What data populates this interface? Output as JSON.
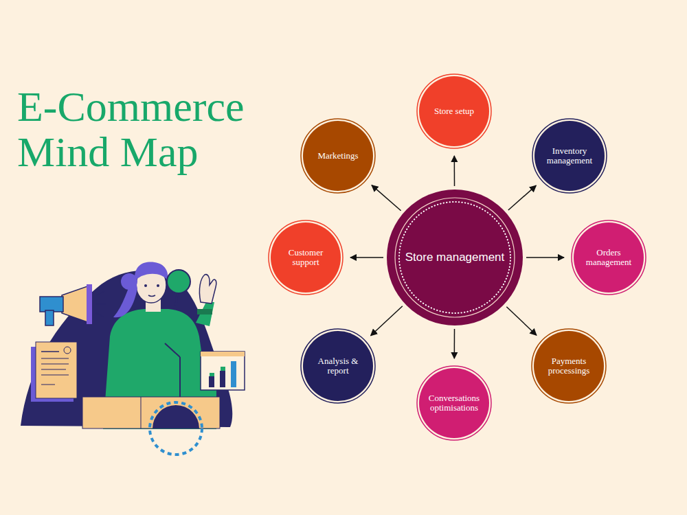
{
  "diagram": {
    "title": "E-Commerce Mind Map",
    "nodes": [
      {
        "text": [
          "Store management"
        ]
      },
      {
        "text": [
          "Store setup"
        ]
      },
      {
        "text": [
          "Inventory management"
        ]
      },
      {
        "text": [
          "Orders management"
        ]
      },
      {
        "text": [
          "Payments processings"
        ]
      },
      {
        "text": [
          "Conversations optimisations"
        ]
      },
      {
        "text": [
          "Analysis & report"
        ]
      },
      {
        "text": [
          "Customer support"
        ]
      },
      {
        "text": [
          "Marketings"
        ]
      }
    ],
    "edges": [
      {
        "from": 0,
        "to": 1,
        "arrow": "to"
      },
      {
        "from": 0,
        "to": 2,
        "arrow": "to"
      },
      {
        "from": 0,
        "to": 3,
        "arrow": "to"
      },
      {
        "from": 0,
        "to": 4,
        "arrow": "to"
      },
      {
        "from": 0,
        "to": 5,
        "arrow": "to"
      },
      {
        "from": 0,
        "to": 6,
        "arrow": "to"
      },
      {
        "from": 0,
        "to": 7,
        "arrow": "to"
      },
      {
        "from": 0,
        "to": 8,
        "arrow": "to"
      }
    ]
  }
}
